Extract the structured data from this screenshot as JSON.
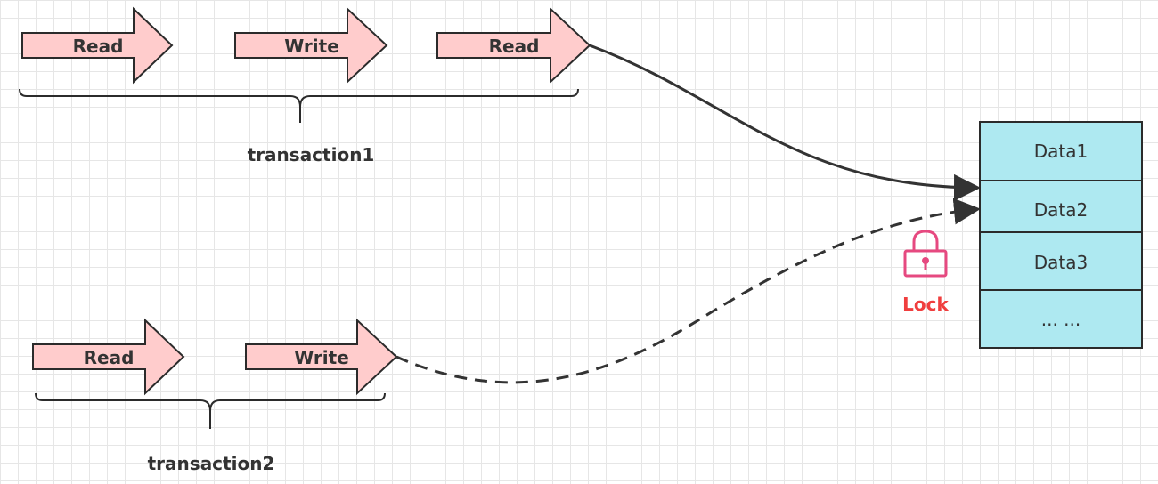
{
  "colors": {
    "arrow_fill": "#ffcccc",
    "arrow_stroke": "#2b2b2b",
    "table_fill": "#aee9f1",
    "table_stroke": "#2b2b2b",
    "lock": "#e64980",
    "lock_text": "#f03e3e",
    "connector": "#333333"
  },
  "transaction1": {
    "label": "transaction1",
    "steps": [
      "Read",
      "Write",
      "Read"
    ]
  },
  "transaction2": {
    "label": "transaction2",
    "steps": [
      "Read",
      "Write"
    ]
  },
  "data_table": {
    "rows": [
      "Data1",
      "Data2",
      "Data3",
      "... ..."
    ]
  },
  "lock": {
    "icon": "lock-icon",
    "label": "Lock"
  }
}
